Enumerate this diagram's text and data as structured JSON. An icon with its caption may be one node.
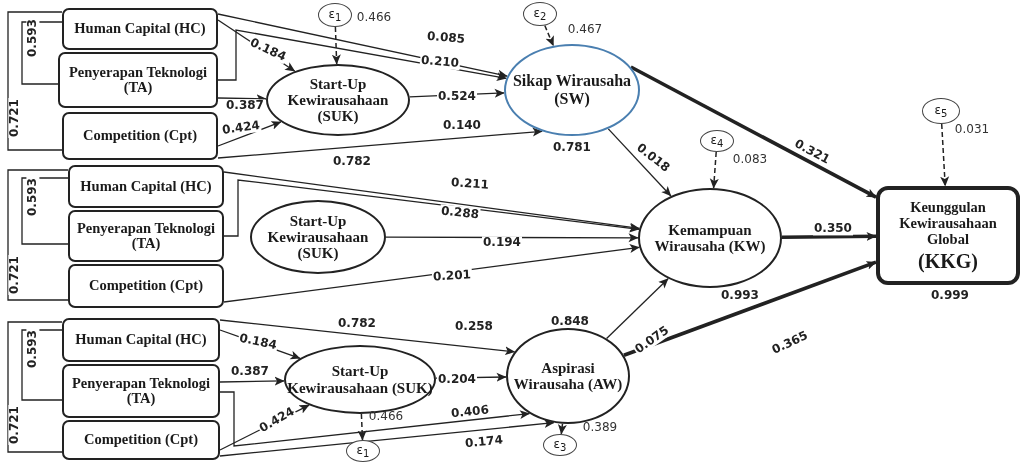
{
  "diagram": {
    "nodes": [
      {
        "text": [
          "Human Capital (HC)"
        ]
      },
      {
        "text": [
          "Penyerapan Teknologi (TA)"
        ]
      },
      {
        "text": [
          "Competition (Cpt)"
        ]
      },
      {
        "text": [
          "ε$_{1}$"
        ]
      },
      {
        "text": [
          "Start-Up Kewirausahaan (SUK)"
        ],
        "beside": [
          "0.782"
        ]
      },
      {
        "text": [
          "ε$_{2}$"
        ]
      },
      {
        "text": [
          "Sikap Wirausaha (SW)"
        ],
        "beside": [
          "0.781"
        ]
      },
      {
        "text": [
          "ε$_{4}$"
        ]
      },
      {
        "text": [
          "ε$_{5}$"
        ]
      },
      {
        "text": [
          "Human Capital (HC)"
        ]
      },
      {
        "text": [
          "Penyerapan Teknologi (TA)"
        ]
      },
      {
        "text": [
          "Competition (Cpt)"
        ]
      },
      {
        "text": [
          "Start-Up Kewirausahaan (SUK)"
        ]
      },
      {
        "text": [
          "Kemampuan Wirausaha (KW)"
        ],
        "beside": [
          "0.993"
        ]
      },
      {
        "text": [
          "Keunggulan Kewirausahaan Global",
          "(KKG)"
        ],
        "beside": [
          "0.999"
        ]
      },
      {
        "text": [
          "Human Capital (HC)"
        ]
      },
      {
        "text": [
          "Penyerapan Teknologi (TA)"
        ]
      },
      {
        "text": [
          "Competition (Cpt)"
        ]
      },
      {
        "text": [
          "Start-Up Kewirausahaan (SUK)"
        ],
        "beside": [
          "0.782"
        ]
      },
      {
        "text": [
          "Aspirasi Wirausaha (AW)"
        ],
        "beside": [
          "0.848"
        ]
      },
      {
        "text": [
          "ε$_{1}$"
        ]
      },
      {
        "text": [
          "ε$_{3}$"
        ]
      }
    ],
    "edges": [
      {
        "from": 0,
        "to": 1,
        "arrow": "none",
        "label": "0.593"
      },
      {
        "from": 0,
        "to": 2,
        "arrow": "none",
        "label": "0.721"
      },
      {
        "from": 3,
        "to": 4,
        "arrow": "to",
        "label": "0.466",
        "style": "dashed"
      },
      {
        "from": 0,
        "to": 4,
        "arrow": "to",
        "label": "0.184"
      },
      {
        "from": 0,
        "to": 6,
        "arrow": "to",
        "label": "0.085"
      },
      {
        "from": 1,
        "to": 6,
        "arrow": "to",
        "label": "0.210"
      },
      {
        "from": 1,
        "to": 4,
        "arrow": "to",
        "label": "0.387"
      },
      {
        "from": 2,
        "to": 4,
        "arrow": "to",
        "label": "0.424"
      },
      {
        "from": 4,
        "to": 6,
        "arrow": "to",
        "label": "0.524"
      },
      {
        "from": 2,
        "to": 6,
        "arrow": "to",
        "label": "0.140"
      },
      {
        "from": 5,
        "to": 6,
        "arrow": "to",
        "label": "0.467",
        "style": "dashed"
      },
      {
        "from": 6,
        "to": 13,
        "arrow": "to",
        "label": "0.018"
      },
      {
        "from": 6,
        "to": 14,
        "arrow": "to",
        "label": "0.321",
        "style": "thick"
      },
      {
        "from": 7,
        "to": 13,
        "arrow": "to",
        "label": "0.083",
        "style": "dashed"
      },
      {
        "from": 8,
        "to": 14,
        "arrow": "to",
        "label": "0.031",
        "style": "dashed"
      },
      {
        "from": 9,
        "to": 10,
        "arrow": "none",
        "label": "0.593"
      },
      {
        "from": 9,
        "to": 11,
        "arrow": "none",
        "label": "0.721"
      },
      {
        "from": 9,
        "to": 13,
        "arrow": "to",
        "label": "0.211"
      },
      {
        "from": 10,
        "to": 13,
        "arrow": "to",
        "label": "0.288"
      },
      {
        "from": 12,
        "to": 13,
        "arrow": "to",
        "label": "0.194"
      },
      {
        "from": 11,
        "to": 13,
        "arrow": "to",
        "label": "0.201"
      },
      {
        "from": 13,
        "to": 14,
        "arrow": "to",
        "label": "0.350",
        "style": "thick"
      },
      {
        "from": 15,
        "to": 16,
        "arrow": "none",
        "label": "0.593"
      },
      {
        "from": 15,
        "to": 17,
        "arrow": "none",
        "label": "0.721"
      },
      {
        "from": 15,
        "to": 18,
        "arrow": "to",
        "label": "0.184"
      },
      {
        "from": 15,
        "to": 19,
        "arrow": "to",
        "label": "0.258"
      },
      {
        "from": 16,
        "to": 18,
        "arrow": "to",
        "label": "0.387"
      },
      {
        "from": 18,
        "to": 19,
        "arrow": "to",
        "label": "0.204"
      },
      {
        "from": 16,
        "to": 19,
        "arrow": "to",
        "label": "0.406"
      },
      {
        "from": 17,
        "to": 18,
        "arrow": "to",
        "label": "0.424"
      },
      {
        "from": 17,
        "to": 19,
        "arrow": "to",
        "label": "0.174"
      },
      {
        "from": 18,
        "to": 20,
        "arrow": "to",
        "label": "0.466",
        "style": "dashed"
      },
      {
        "from": 19,
        "to": 21,
        "arrow": "to",
        "label": "0.389",
        "style": "dashed"
      },
      {
        "from": 19,
        "to": 13,
        "arrow": "to",
        "label": "0.075"
      },
      {
        "from": 19,
        "to": 14,
        "arrow": "to",
        "label": "0.365",
        "style": "thick"
      }
    ]
  }
}
